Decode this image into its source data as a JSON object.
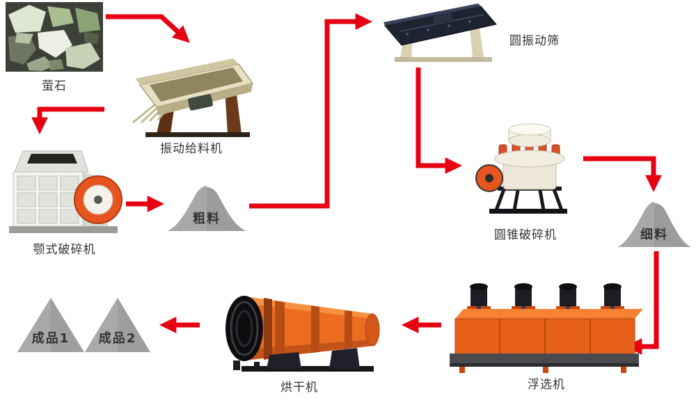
{
  "page": {
    "background": "#ffffff"
  },
  "colors": {
    "arrow_red": "#e60012",
    "pile_gray": "#9c9c9c",
    "machine_orange": "#e8611a",
    "machine_cream": "#e3dcc0",
    "dark_steel": "#1d2330",
    "label_text": "#333333"
  },
  "nodes": {
    "fluorite": {
      "label": "萤石",
      "type": "material-photo"
    },
    "vibrating_feeder": {
      "label": "振动给料机",
      "type": "machine"
    },
    "jaw_crusher": {
      "label": "颚式破碎机",
      "type": "machine"
    },
    "coarse_material": {
      "label": "粗料",
      "type": "pile"
    },
    "circular_vibrating_screen": {
      "label": "圆振动筛",
      "type": "machine"
    },
    "cone_crusher": {
      "label": "圆锥破碎机",
      "type": "machine"
    },
    "fine_material": {
      "label": "细料",
      "type": "pile"
    },
    "flotation_machine": {
      "label": "浮选机",
      "type": "machine"
    },
    "dryer": {
      "label": "烘干机",
      "type": "machine"
    },
    "product_1": {
      "label": "成品1",
      "type": "pile"
    },
    "product_2": {
      "label": "成品2",
      "type": "pile"
    }
  },
  "flow": [
    {
      "from": "fluorite",
      "to": "vibrating_feeder"
    },
    {
      "from": "vibrating_feeder",
      "to": "jaw_crusher"
    },
    {
      "from": "jaw_crusher",
      "to": "coarse_material"
    },
    {
      "from": "coarse_material",
      "to": "circular_vibrating_screen"
    },
    {
      "from": "circular_vibrating_screen",
      "to": "cone_crusher"
    },
    {
      "from": "cone_crusher",
      "to": "fine_material"
    },
    {
      "from": "fine_material",
      "to": "flotation_machine"
    },
    {
      "from": "flotation_machine",
      "to": "dryer"
    },
    {
      "from": "dryer",
      "to": "product_2"
    }
  ]
}
